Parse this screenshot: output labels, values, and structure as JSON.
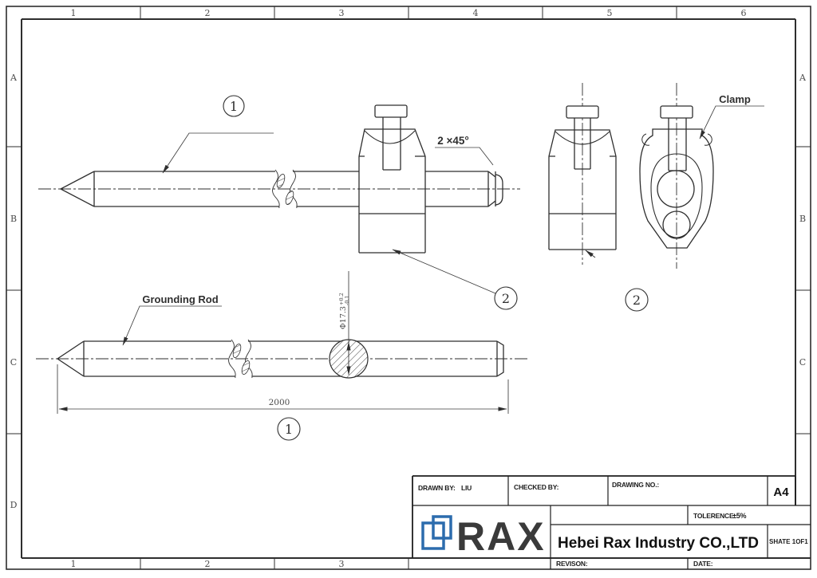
{
  "colors": {
    "line": "#2e2e2e",
    "thin": "#3c3c3c",
    "logo_blue": "#2c6cad"
  },
  "frame": {
    "top_numbers": [
      "1",
      "2",
      "3",
      "4",
      "5",
      "6"
    ],
    "bottom_numbers": [
      "1",
      "2",
      "3"
    ],
    "left_letters": [
      "A",
      "B",
      "C",
      "D"
    ],
    "right_letters": [
      "A",
      "B",
      "C"
    ]
  },
  "drawing": {
    "balloon_rod": "1",
    "balloon_clamp": "2",
    "grounding_rod_label": "Grounding Rod",
    "clamp_label": "Clamp",
    "chamfer_label": "2 ×45°",
    "length_dim": "2000",
    "dia_dim": "Φ17.3",
    "dia_tol_plus": "+0.2",
    "dia_tol_minus": "-0.1"
  },
  "title_block": {
    "drawn_by_label": "DRAWN BY:",
    "drawn_by_value": "LIU",
    "checked_by_label": "CHECKED BY:",
    "drawing_no_label": "DRAWING NO.:",
    "paper_size": "A4",
    "tolerance_label": "TOLERENCE:",
    "tolerance_value": "±5%",
    "company_name": "Hebei Rax Industry CO.,LTD",
    "sheet_label": "SHATE 1OF1",
    "revision_label": "REVISON:",
    "date_label": "DATE:",
    "logo_text": "RAX"
  }
}
